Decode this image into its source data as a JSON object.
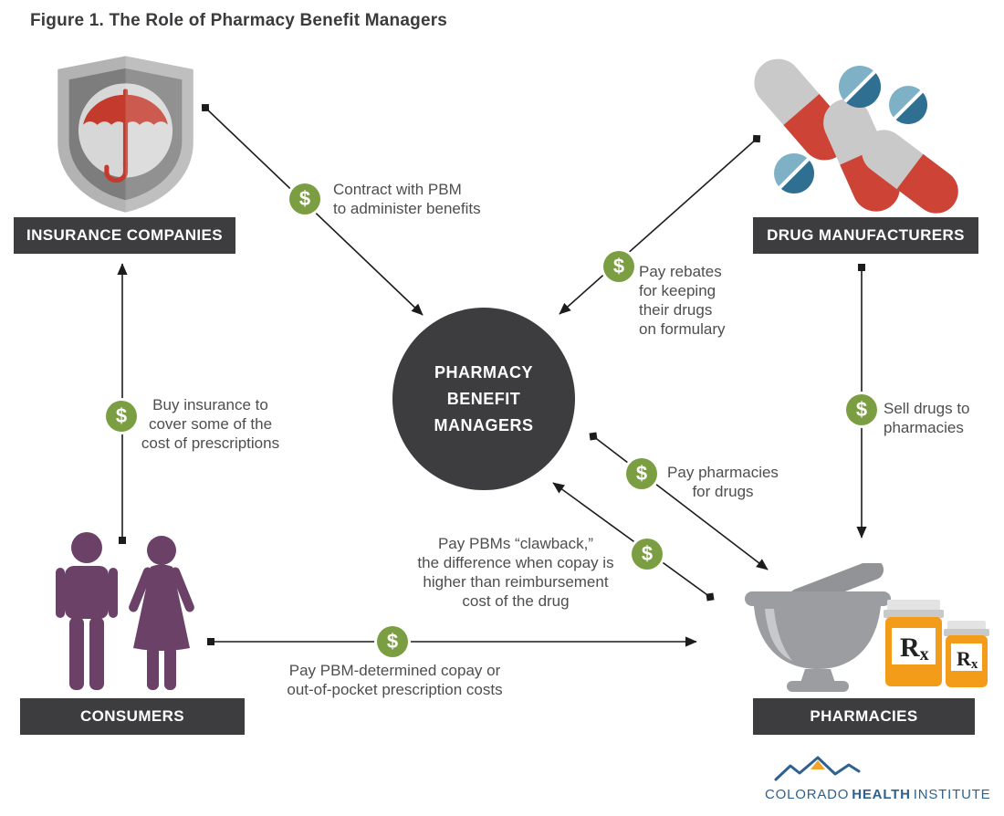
{
  "title": "Figure 1. The Role of Pharmacy Benefit Managers",
  "dollar": "$",
  "entities": {
    "insurance": {
      "label": "INSURANCE COMPANIES"
    },
    "drug_manufacturers": {
      "label": "DRUG MANUFACTURERS"
    },
    "consumers": {
      "label": "CONSUMERS"
    },
    "pharmacies": {
      "label": "PHARMACIES"
    },
    "pbm": {
      "lines": [
        "PHARMACY",
        "BENEFIT",
        "MANAGERS"
      ]
    }
  },
  "flows": {
    "contract_with_pbm": {
      "from": "insurance",
      "to": "pbm",
      "lines": [
        "Contract with PBM",
        "to administer benefits"
      ]
    },
    "pay_rebates": {
      "from": "drug_manufacturers",
      "to": "pbm",
      "lines": [
        "Pay rebates",
        "for keeping",
        "their drugs",
        "on formulary"
      ]
    },
    "buy_insurance": {
      "from": "consumers",
      "to": "insurance",
      "lines": [
        "Buy insurance to",
        "cover some of the",
        "cost of prescriptions"
      ]
    },
    "sell_drugs": {
      "from": "drug_manufacturers",
      "to": "pharmacies",
      "lines": [
        "Sell drugs to",
        "pharmacies"
      ]
    },
    "pay_pharmacies": {
      "from": "pbm",
      "to": "pharmacies",
      "lines": [
        "Pay pharmacies",
        "for drugs"
      ]
    },
    "clawback": {
      "from": "pharmacies",
      "to": "pbm",
      "lines": [
        "Pay PBMs “clawback,”",
        "the difference when copay is",
        "higher than reimbursement",
        "cost of the drug"
      ]
    },
    "pay_copay": {
      "from": "consumers",
      "to": "pharmacies",
      "lines": [
        "Pay PBM-determined copay or",
        "out-of-pocket prescription costs"
      ]
    }
  },
  "rx": {
    "r": "R",
    "x": "x"
  },
  "logo": {
    "words": [
      "COLORADO",
      "HEALTH",
      "INSTITUTE"
    ]
  },
  "colors": {
    "dark": "#3d3d3f",
    "accent_green": "#7b9e42",
    "red": "#c8493a",
    "purple": "#6b4168",
    "tablet_blue_dark": "#2e6f92",
    "tablet_blue_light": "#7fb1c6",
    "bottle_orange": "#f39c1a",
    "logo_blue": "#2d6290"
  }
}
